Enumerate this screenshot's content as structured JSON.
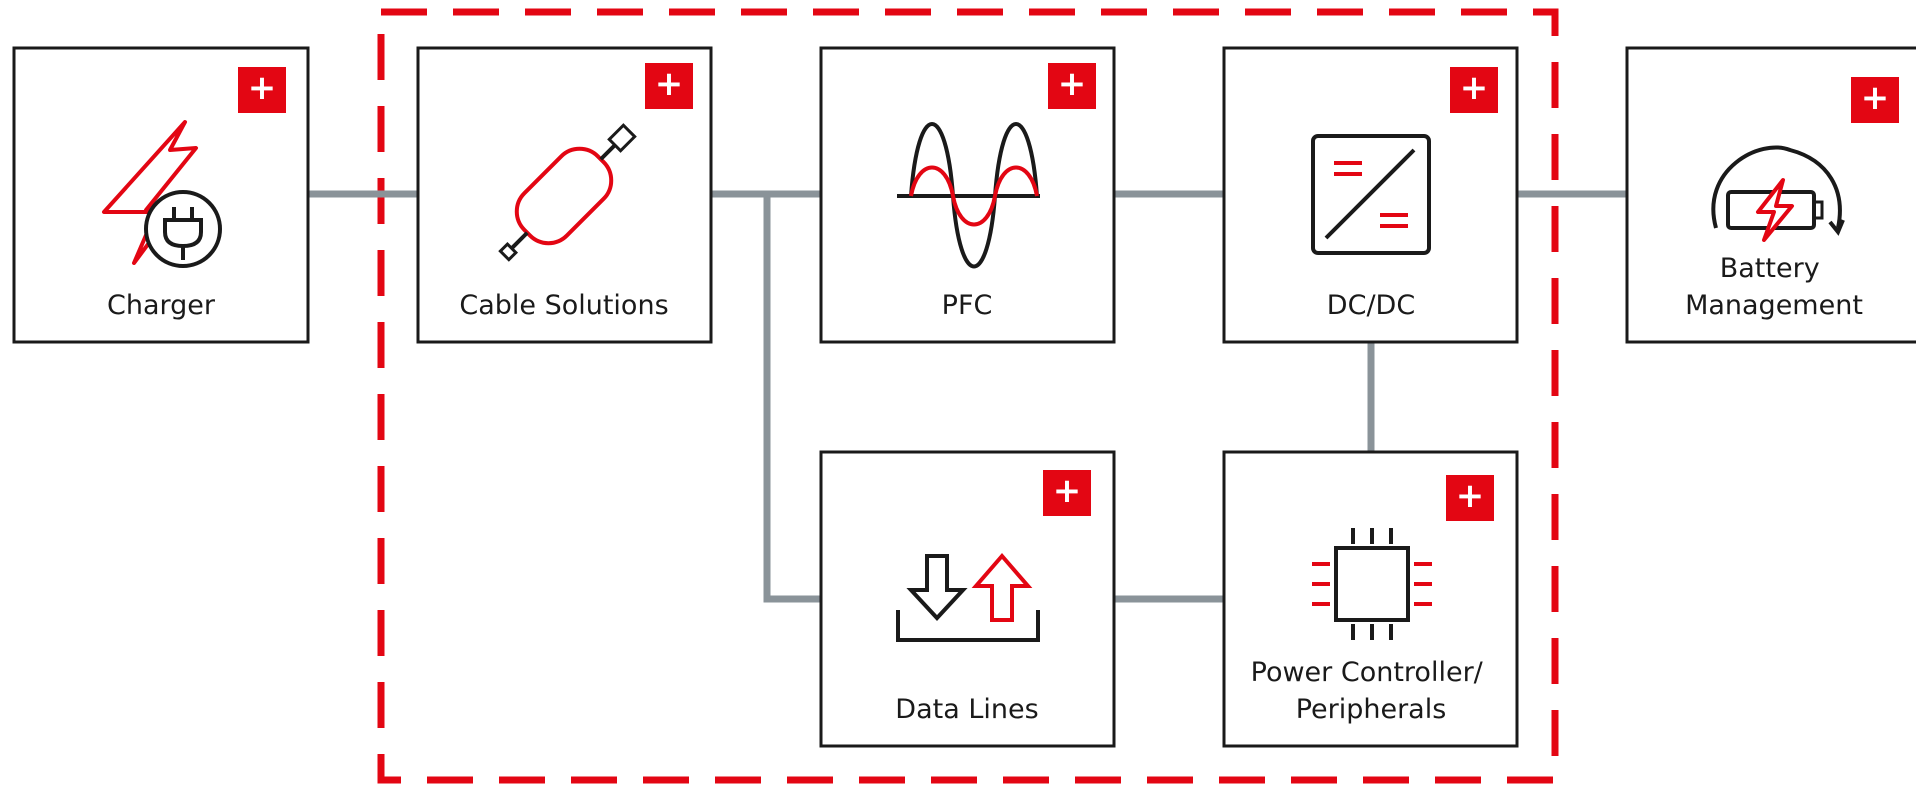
{
  "colors": {
    "accent_red": "#e30613",
    "connector_gray": "#8a9399",
    "box_border": "#1a1a1a",
    "icon_dark": "#1a1a1a",
    "background": "#ffffff"
  },
  "boxes": {
    "charger": {
      "label_lines": [
        "Charger"
      ],
      "icon": "charger-plug-icon"
    },
    "cable": {
      "label_lines": [
        "Cable Solutions"
      ],
      "icon": "cable-icon"
    },
    "pfc": {
      "label_lines": [
        "PFC"
      ],
      "icon": "sine-wave-icon"
    },
    "dcdc": {
      "label_lines": [
        "DC/DC"
      ],
      "icon": "dc-dc-converter-icon"
    },
    "battery": {
      "label_lines": [
        "Battery",
        "Management"
      ],
      "icon": "battery-charging-icon"
    },
    "datalines": {
      "label_lines": [
        "Data Lines"
      ],
      "icon": "download-upload-icon"
    },
    "power": {
      "label_lines": [
        "Power Controller/",
        "Peripherals"
      ],
      "icon": "microchip-icon"
    }
  },
  "expand_button_symbol": "+"
}
